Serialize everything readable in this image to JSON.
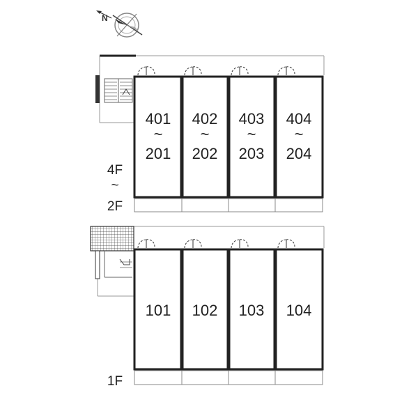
{
  "compass": {
    "north_label": "N",
    "icon": "compass-rose-icon"
  },
  "upper_block": {
    "floor_label": {
      "top": "4F",
      "mid": "~",
      "bottom": "2F"
    },
    "units": [
      {
        "top": "401",
        "sep": "~",
        "bottom": "201"
      },
      {
        "top": "402",
        "sep": "~",
        "bottom": "202"
      },
      {
        "top": "403",
        "sep": "~",
        "bottom": "203"
      },
      {
        "top": "404",
        "sep": "~",
        "bottom": "204"
      }
    ]
  },
  "lower_block": {
    "floor_label": "1F",
    "units": [
      {
        "label": "101"
      },
      {
        "label": "102"
      },
      {
        "label": "103"
      },
      {
        "label": "104"
      }
    ]
  },
  "colors": {
    "wall": "#222222",
    "line": "#555555",
    "light": "#999999"
  }
}
